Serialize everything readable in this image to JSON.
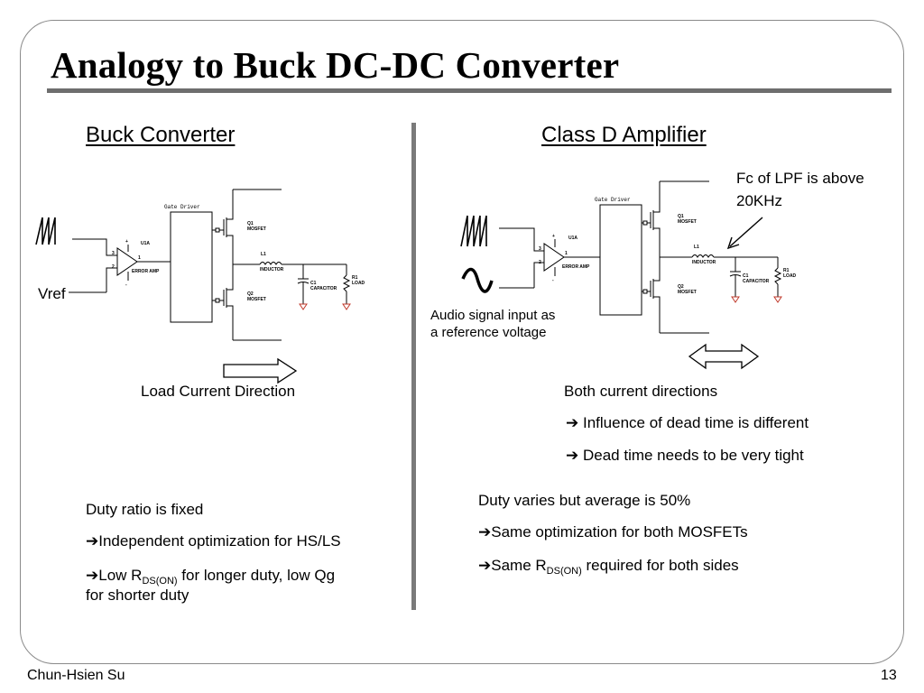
{
  "slide": {
    "title": "Analogy to Buck DC-DC Converter",
    "footer_left": "Chun-Hsien Su",
    "page_number": "13"
  },
  "left": {
    "heading": "Buck Converter",
    "vref_label": "Vref",
    "arrow_label": "Load Current Direction",
    "duty_text": "Duty ratio is fixed",
    "bullet1": "Independent optimization for HS/LS",
    "bullet2_prefix": "Low R",
    "bullet2_sub": "DS(ON)",
    "bullet2_suffix": " for longer duty, low Qg",
    "bullet2_line2": "for shorter duty"
  },
  "right": {
    "heading": "Class D Amplifier",
    "lpf_note_line1": "Fc of LPF is above",
    "lpf_note_line2": "20KHz",
    "audio_line1": "Audio signal input as",
    "audio_line2": "a reference voltage",
    "both_dir": "Both current directions",
    "arrow_b1": "Influence of dead time is different",
    "arrow_b2": "Dead time needs to be very tight",
    "duty_text": "Duty varies but average is 50%",
    "bullet1": "Same optimization for both MOSFETs",
    "bullet2_prefix": "Same R",
    "bullet2_sub": "DS(ON)",
    "bullet2_suffix": " required for both sides"
  },
  "circuit": {
    "gate_driver": "Gate Driver",
    "opamp": "U1A",
    "error_amp": "ERROR AMP",
    "q1": "Q1",
    "q2": "Q2",
    "mosfet": "MOSFET",
    "l1": "L1",
    "inductor": "INDUCTOR",
    "c1": "C1",
    "capacitor": "CAPACITOR",
    "r1": "R1",
    "load": "LOAD",
    "plus": "+",
    "minus": "-",
    "pin3": "3",
    "pin2": "2",
    "pin1": "1"
  },
  "symbols": {
    "arrow": "➔"
  }
}
